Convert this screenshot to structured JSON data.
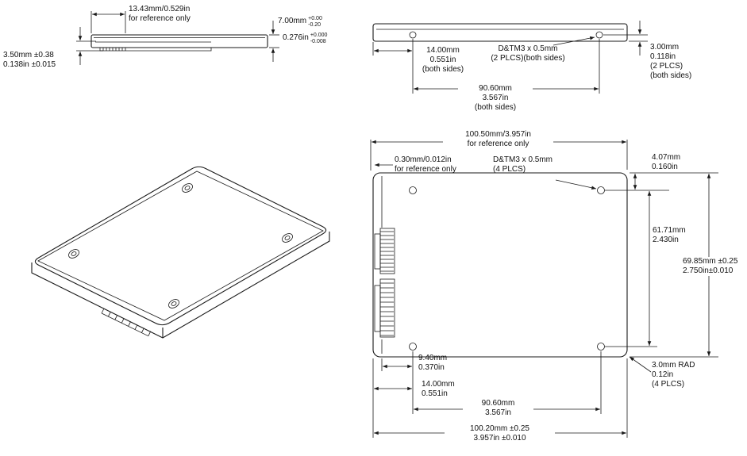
{
  "drawing": {
    "side_view": {
      "connector_ref": "13.43mm/0.529in\nfor reference only",
      "height_mm": "7.00mm",
      "height_mm_tol_plus": "+0.00",
      "height_mm_tol_minus": "-0.20",
      "height_in": "0.276in",
      "height_in_tol_plus": "+0.000",
      "height_in_tol_minus": "-0.008",
      "pcb_height": "3.50mm ±0.38\n0.138in ±0.015"
    },
    "edge_view": {
      "hole_end_offset": "14.00mm\n0.551in\n(both sides)",
      "thread_spec": "D&TM3 x 0.5mm\n(2 PLCS)(both sides)",
      "hole_height": "3.00mm\n0.118in\n(2 PLCS)\n(both sides)",
      "hole_span": "90.60mm\n3.567in\n(both sides)"
    },
    "plan_view": {
      "length_ref": "100.50mm/3.957in\nfor reference only",
      "lip_ref": "0.30mm/0.012in\nfor reference only",
      "thread_spec": "D&TM3 x 0.5mm\n(4 PLCS)",
      "hole_top_offset": "4.07mm\n0.160in",
      "hole_span_vertical": "61.71mm\n2.430in",
      "body_width": "69.85mm ±0.25\n2.750in±0.010",
      "hole_datum_offset": "9.40mm\n0.370in",
      "hole_end_offset": "14.00mm\n0.551in",
      "hole_span_horizontal": "90.60mm\n3.567in",
      "body_length": "100.20mm ±0.25\n3.957in ±0.010",
      "corner_radius": "3.0mm RAD\n0.12in\n(4 PLCS)"
    }
  }
}
